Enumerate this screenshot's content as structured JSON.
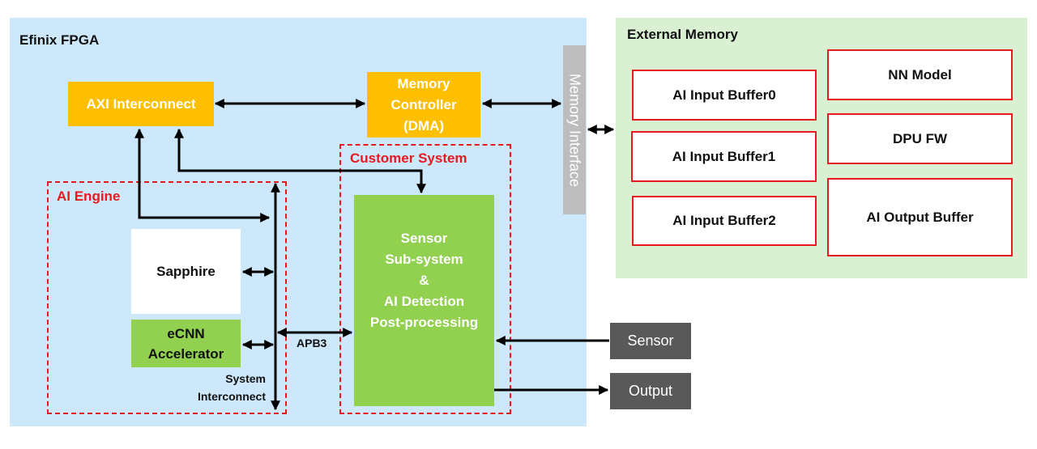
{
  "fpga": {
    "title": "Efinix FPGA"
  },
  "blocks": {
    "axi": "AXI Interconnect",
    "memctrl": [
      "Memory",
      "Controller",
      "(DMA)"
    ],
    "memory_interface": "Memory Interface",
    "sapphire": "Sapphire",
    "ecnn": [
      "eCNN",
      "Accelerator"
    ],
    "sensor_subsystem": [
      "Sensor",
      "Sub-system",
      "&",
      "AI Detection",
      "Post-processing"
    ],
    "sensor": "Sensor",
    "output": "Output"
  },
  "groups": {
    "ai_engine": "AI Engine",
    "customer_system": "Customer System"
  },
  "labels": {
    "apb3": "APB3",
    "system_interconnect": [
      "System",
      "Interconnect"
    ]
  },
  "external_memory": {
    "title": "External Memory",
    "left_buffers": [
      "AI Input Buffer0",
      "AI Input Buffer1",
      "AI Input Buffer2"
    ],
    "right_buffers": [
      "NN Model",
      "DPU FW",
      "AI Output Buffer"
    ]
  },
  "colors": {
    "fpga_bg": "#cce8fa",
    "external_memory_bg": "#d9f0d3",
    "orange": "#fdbf00",
    "green": "#92d050",
    "red_dash": "#e8191f",
    "gray": "#bdbdbd",
    "dark_gray": "#595959"
  }
}
